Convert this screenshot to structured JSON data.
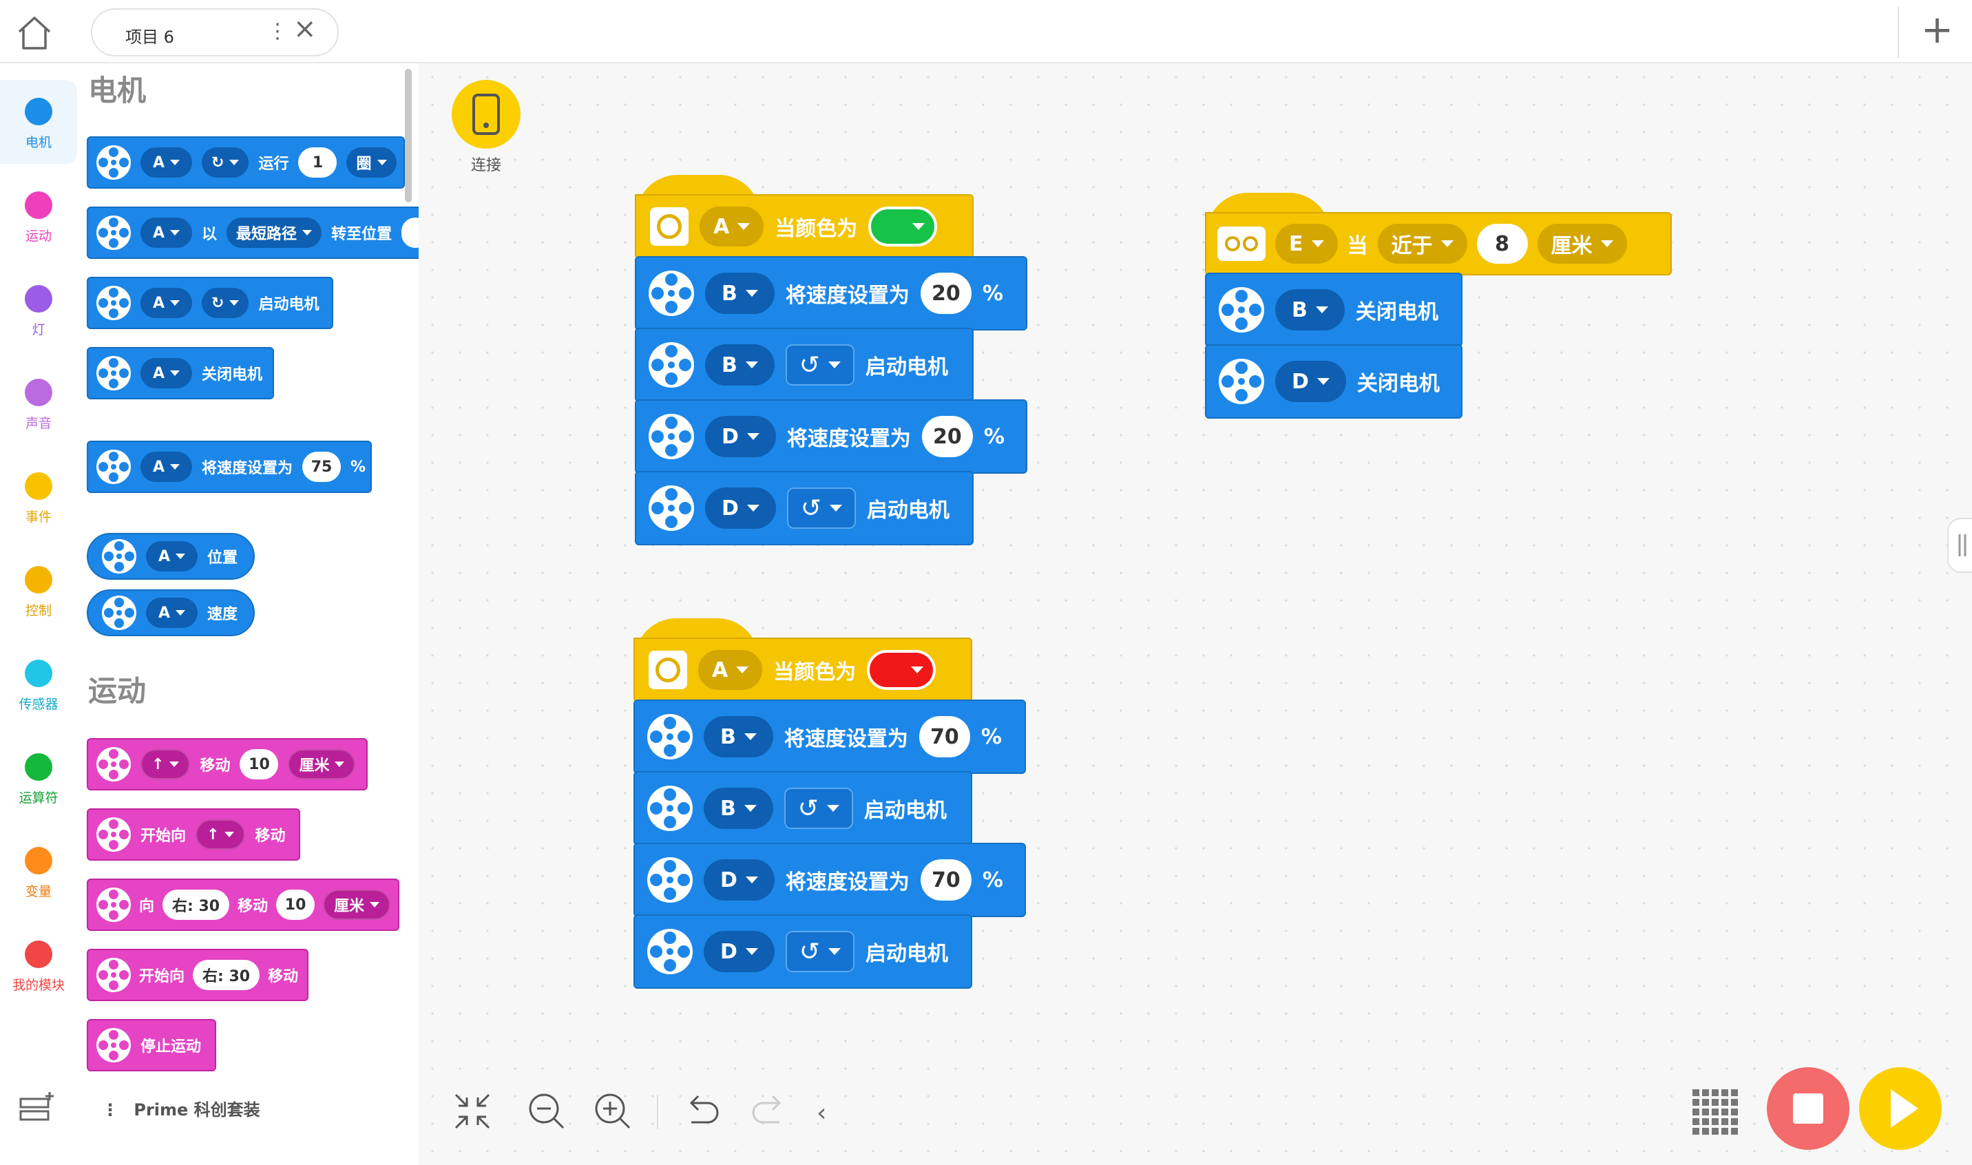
{
  "tab": {
    "title": "项目 6"
  },
  "categories": [
    {
      "label": "电机",
      "color": "#1b8ee8"
    },
    {
      "label": "运动",
      "color": "#ef3fba"
    },
    {
      "label": "灯",
      "color": "#9b5de5"
    },
    {
      "label": "声音",
      "color": "#bb6be0"
    },
    {
      "label": "事件",
      "color": "#f7c200"
    },
    {
      "label": "控制",
      "color": "#f5b400"
    },
    {
      "label": "传感器",
      "color": "#21c5e6"
    },
    {
      "label": "运算符",
      "color": "#14b83a"
    },
    {
      "label": "变量",
      "color": "#ff8c1a"
    },
    {
      "label": "我的模块",
      "color": "#f04646"
    }
  ],
  "palette": {
    "motor_header": "电机",
    "motion_header": "运动",
    "kit_label": "Prime 科创套装",
    "motor_blocks": {
      "b1": {
        "port": "A",
        "label": "运行",
        "value": "1",
        "unit": "圈"
      },
      "b2": {
        "port": "A",
        "label_prefix": "以",
        "path": "最短路径",
        "label": "转至位置"
      },
      "b3": {
        "port": "A",
        "label": "启动电机"
      },
      "b4": {
        "port": "A",
        "label": "关闭电机"
      },
      "b5": {
        "port": "A",
        "label": "将速度设置为",
        "value": "75",
        "unit": "%"
      },
      "b6": {
        "port": "A",
        "label": "位置"
      },
      "b7": {
        "port": "A",
        "label": "速度"
      }
    },
    "motion_blocks": {
      "m1": {
        "label": "移动",
        "value": "10",
        "unit": "厘米"
      },
      "m2": {
        "label_prefix": "开始向",
        "label": "移动"
      },
      "m3": {
        "label_prefix": "向",
        "steer": "右: 30",
        "label": "移动",
        "value": "10",
        "unit": "厘米"
      },
      "m4": {
        "label_prefix": "开始向",
        "steer": "右: 30",
        "label": "移动"
      },
      "m5": {
        "label": "停止运动"
      }
    }
  },
  "canvas": {
    "connect_label": "连接",
    "script1": {
      "hat": {
        "port": "A",
        "label": "当颜色为",
        "color": "#16c248"
      },
      "rows": [
        {
          "port": "B",
          "label": "将速度设置为",
          "value": "20",
          "unit": "%"
        },
        {
          "port": "B",
          "label": "启动电机"
        },
        {
          "port": "D",
          "label": "将速度设置为",
          "value": "20",
          "unit": "%"
        },
        {
          "port": "D",
          "label": "启动电机"
        }
      ]
    },
    "script2": {
      "hat": {
        "port": "A",
        "label": "当颜色为",
        "color": "#f01818"
      },
      "rows": [
        {
          "port": "B",
          "label": "将速度设置为",
          "value": "70",
          "unit": "%"
        },
        {
          "port": "B",
          "label": "启动电机"
        },
        {
          "port": "D",
          "label": "将速度设置为",
          "value": "70",
          "unit": "%"
        },
        {
          "port": "D",
          "label": "启动电机"
        }
      ]
    },
    "script3": {
      "hat": {
        "port": "E",
        "label": "当",
        "cond": "近于",
        "value": "8",
        "unit": "厘米"
      },
      "rows": [
        {
          "port": "B",
          "label": "关闭电机"
        },
        {
          "port": "D",
          "label": "关闭电机"
        }
      ]
    }
  }
}
